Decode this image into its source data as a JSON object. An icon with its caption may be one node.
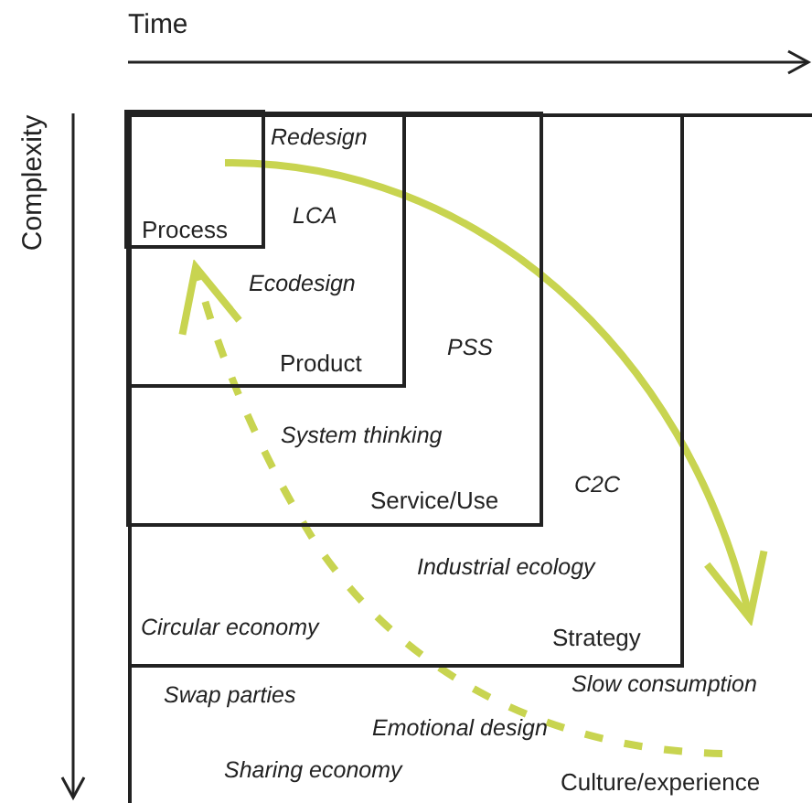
{
  "diagram": {
    "nodes": [
      {
        "text": [
          "Swap parties",
          "Slow consumption",
          "Emotional design",
          "Sharing economy",
          "Culture/experience"
        ]
      },
      {
        "text": [
          "C2C",
          "Industrial ecology",
          "Circular economy",
          "Strategy"
        ],
        "in": 0
      },
      {
        "text": [
          "PSS",
          "System thinking",
          "Service/Use"
        ],
        "in": 1
      },
      {
        "text": [
          "Redesign",
          "LCA",
          "Ecodesign",
          "Product"
        ],
        "in": 2
      },
      {
        "text": [
          "Process"
        ],
        "in": 3
      }
    ],
    "edges": [],
    "labels": [
      "Time",
      "Complexity"
    ]
  }
}
